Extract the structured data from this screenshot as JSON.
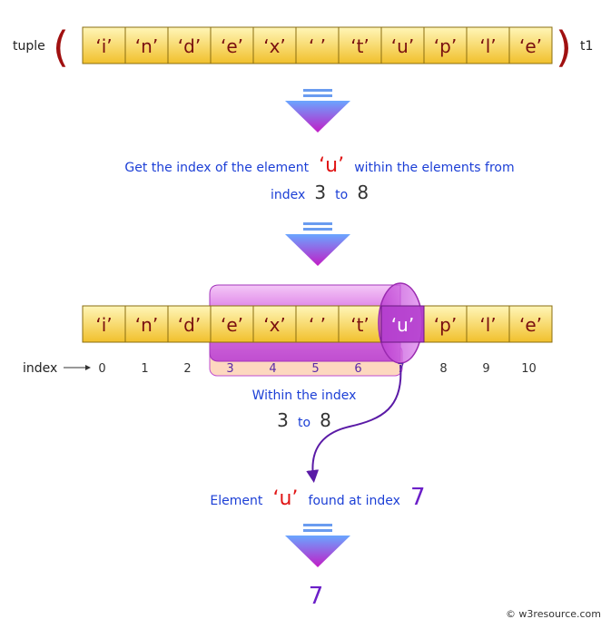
{
  "labels": {
    "tuple_word": "tuple",
    "tuple_name": "t1",
    "open_paren": "(",
    "close_paren": ")",
    "index_word": "index"
  },
  "elements": [
    "‘i’",
    "‘n’",
    "‘d’",
    "‘e’",
    "‘x’",
    "‘ ’",
    "‘t’",
    "‘u’",
    "‘p’",
    "‘l’",
    "‘e’"
  ],
  "indices": [
    "0",
    "1",
    "2",
    "3",
    "4",
    "5",
    "6",
    "7",
    "8",
    "9",
    "10"
  ],
  "step1": {
    "line1_before": "Get the index of the element",
    "line1_element": "‘u’",
    "line1_after": "within the elements from",
    "line2_prefix": "index",
    "start": "3",
    "to": "to",
    "end": "8"
  },
  "range_caption": {
    "title": "Within the index",
    "start": "3",
    "to": "to",
    "end": "8"
  },
  "found": {
    "prefix": "Element",
    "element": "‘u’",
    "middle": "found at index",
    "index": "7"
  },
  "result": "7",
  "watermark": "© w3resource.com",
  "highlight": {
    "range_start": 3,
    "range_end": 8,
    "found_index": 7
  },
  "colors": {
    "cell_fill_top": "#fff3a8",
    "cell_fill_bottom": "#f2c330",
    "cell_border": "#8a6d10",
    "cell_text": "#7a1010",
    "paren": "#a01010",
    "arrow_top": "#6ea8ff",
    "arrow_bottom": "#c020c8",
    "blue_text": "#1c3fd6",
    "red_text": "#e01414",
    "purple": "#6b1fc8",
    "range_fill": "#fdd9c0",
    "tube": "#d36ae0"
  }
}
